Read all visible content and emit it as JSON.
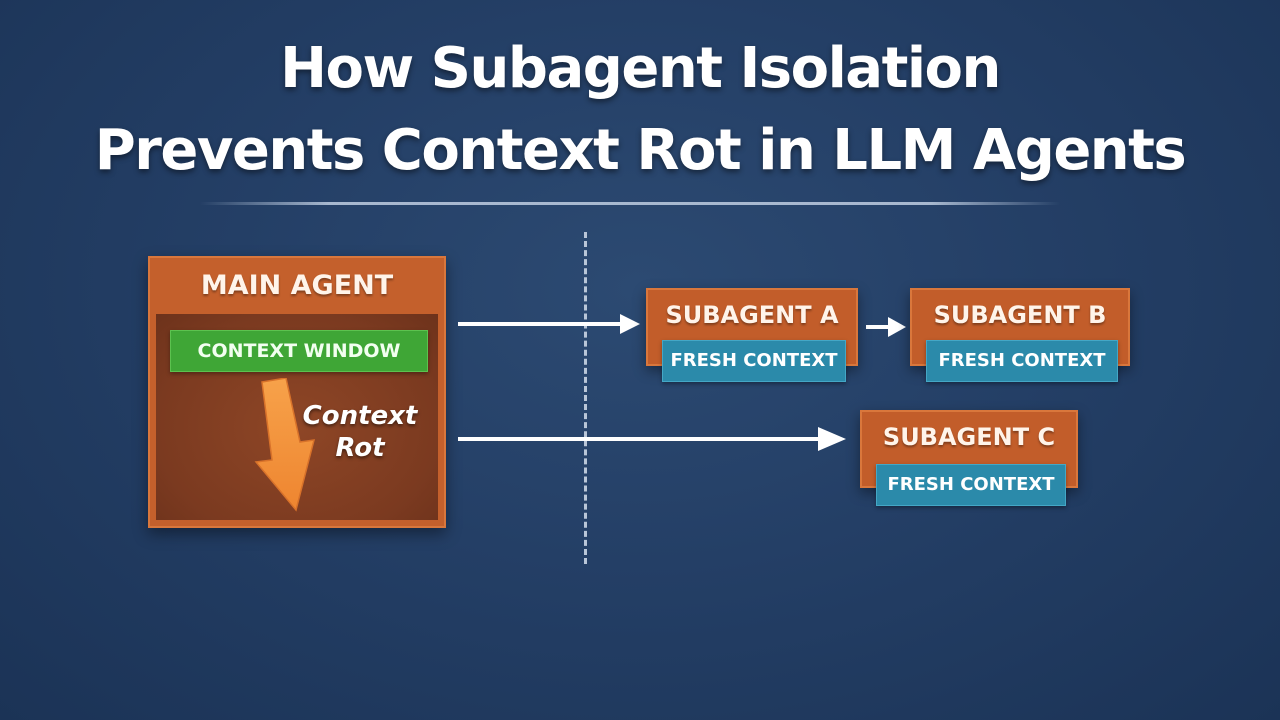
{
  "title": {
    "line1": "How Subagent Isolation",
    "line2": "Prevents Context Rot in LLM Agents"
  },
  "main_agent": {
    "label": "MAIN AGENT",
    "context_window": "CONTEXT WINDOW",
    "rot_label_line1": "Context",
    "rot_label_line2": "Rot"
  },
  "subagents": [
    {
      "label": "SUBAGENT A",
      "context": "FRESH CONTEXT"
    },
    {
      "label": "SUBAGENT B",
      "context": "FRESH CONTEXT"
    },
    {
      "label": "SUBAGENT C",
      "context": "FRESH CONTEXT"
    }
  ],
  "colors": {
    "background": "#243f66",
    "agent_box": "#c4602c",
    "agent_body": "#7b3a20",
    "context_window": "#3fa636",
    "fresh_context": "#2b8aaa",
    "rot_arrow": "#ef8a36",
    "connector": "#ffffff"
  },
  "icons": [
    "down-arrow-icon",
    "right-arrow-icon"
  ]
}
